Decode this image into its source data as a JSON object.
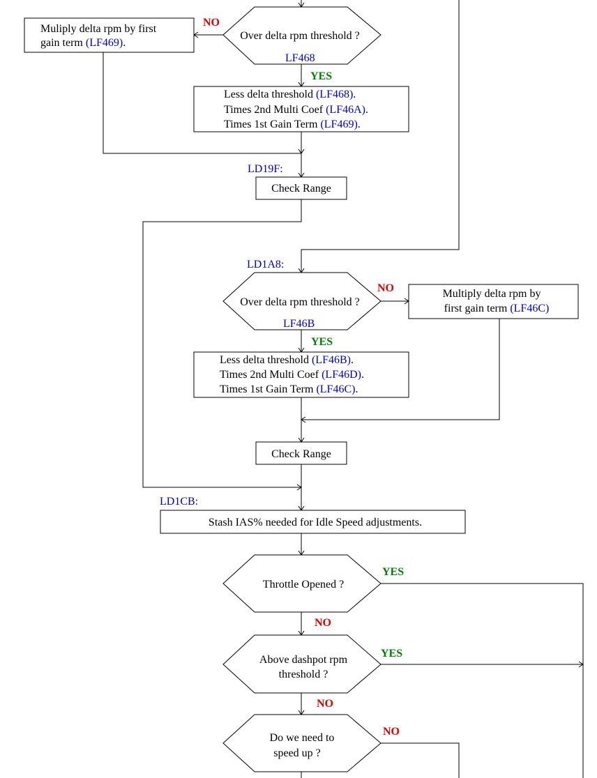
{
  "diamonds": {
    "d1": {
      "text": "Over delta rpm threshold ?"
    },
    "d2": {
      "text": "Over delta rpm threshold ?"
    },
    "d3": {
      "text": "Throttle Opened ?"
    },
    "d4": {
      "line1": "Above dashpot rpm",
      "line2": "threshold ?"
    },
    "d5": {
      "line1": "Do we need to",
      "line2": "speed up ?"
    }
  },
  "boxes": {
    "b1": {
      "line1": "Muliply delta rpm by first",
      "line2_text": "gain term ",
      "line2_ref": "(LF469)",
      "line2_tail": "."
    },
    "b2": {
      "l1_text": "Less delta threshold ",
      "l1_ref": "(LF468)",
      "l1_tail": ".",
      "l2_text": "Times 2nd Multi Coef ",
      "l2_ref": "(LF46A)",
      "l2_tail": ".",
      "l3_text": "Times 1st Gain Term ",
      "l3_ref": "(LF469)",
      "l3_tail": "."
    },
    "b3": {
      "text": "Check Range"
    },
    "b4": {
      "line1": "Multiply delta rpm by",
      "line2_text": "first gain term ",
      "line2_ref": "(LF46C)"
    },
    "b5": {
      "l1_text": "Less delta threshold ",
      "l1_ref": "(LF46B)",
      "l1_tail": ".",
      "l2_text": "Times 2nd Multi Coef ",
      "l2_ref": "(LF46D)",
      "l2_tail": ".",
      "l3_text": "Times 1st Gain Term ",
      "l3_ref": "(LF46C)",
      "l3_tail": "."
    },
    "b6": {
      "text": "Check Range"
    },
    "b7": {
      "text": "Stash IAS% needed for Idle Speed adjustments."
    }
  },
  "labels": {
    "lf468": "LF468",
    "ld19f": "LD19F:",
    "ld1a8": "LD1A8:",
    "lf46b": "LF46B",
    "ld1cb": "LD1CB:"
  },
  "branches": {
    "no": "NO",
    "yes": "YES"
  },
  "colors": {
    "reference": "#0000cc",
    "no": "#e00000",
    "yes": "#008000",
    "line": "#000000"
  }
}
